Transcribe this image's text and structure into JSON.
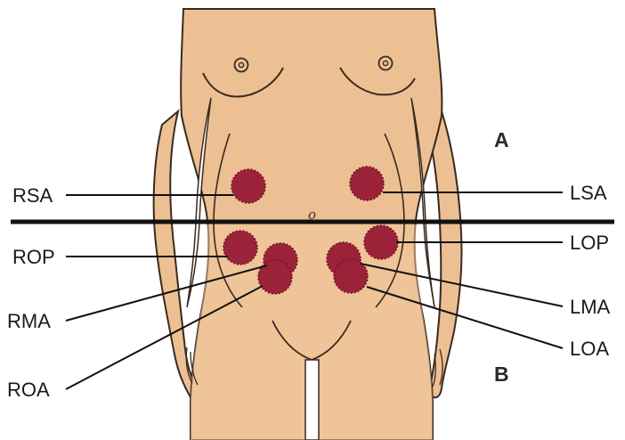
{
  "sections": {
    "upper": "A",
    "lower": "B"
  },
  "navel_mark": "o",
  "labels": {
    "rsa": "RSA",
    "rop": "ROP",
    "rma": "RMA",
    "roa": "ROA",
    "lsa": "LSA",
    "lop": "LOP",
    "lma": "LMA",
    "loa": "LOA"
  },
  "colors": {
    "skin": "#EDC093",
    "skin_lower": "#F0C69C",
    "outline": "#3a2a20",
    "spot": "#9B2239",
    "spot_edge": "#6E1426",
    "divider": "#111111"
  }
}
